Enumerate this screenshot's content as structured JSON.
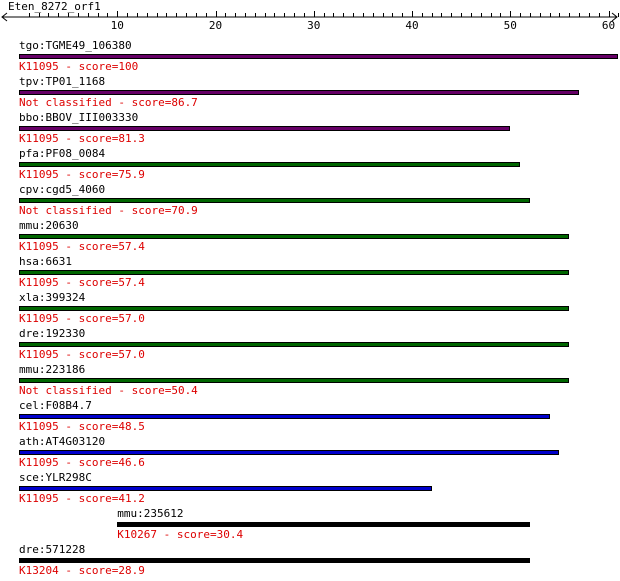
{
  "query": "Eten_8272_orf1",
  "axis": {
    "max": 62,
    "ticks": [
      10,
      20,
      30,
      40,
      50,
      60
    ]
  },
  "hits": [
    {
      "name": "tgo:TGME49_106380",
      "start": 0,
      "end": 61,
      "color": "#660066",
      "score_text": "K11095 - score=100"
    },
    {
      "name": "tpv:TP01_1168",
      "start": 0,
      "end": 57,
      "color": "#660066",
      "score_text": "Not classified - score=86.7"
    },
    {
      "name": "bbo:BBOV_III003330",
      "start": 0,
      "end": 50,
      "color": "#660066",
      "score_text": "K11095 - score=81.3"
    },
    {
      "name": "pfa:PF08_0084",
      "start": 0,
      "end": 51,
      "color": "#006600",
      "score_text": "K11095 - score=75.9"
    },
    {
      "name": "cpv:cgd5_4060",
      "start": 0,
      "end": 52,
      "color": "#006600",
      "score_text": "Not classified - score=70.9"
    },
    {
      "name": "mmu:20630",
      "start": 0,
      "end": 56,
      "color": "#006600",
      "score_text": "K11095 - score=57.4"
    },
    {
      "name": "hsa:6631",
      "start": 0,
      "end": 56,
      "color": "#006600",
      "score_text": "K11095 - score=57.4"
    },
    {
      "name": "xla:399324",
      "start": 0,
      "end": 56,
      "color": "#006600",
      "score_text": "K11095 - score=57.0"
    },
    {
      "name": "dre:192330",
      "start": 0,
      "end": 56,
      "color": "#006600",
      "score_text": "K11095 - score=57.0"
    },
    {
      "name": "mmu:223186",
      "start": 0,
      "end": 56,
      "color": "#006600",
      "score_text": "Not classified - score=50.4"
    },
    {
      "name": "cel:F08B4.7",
      "start": 0,
      "end": 54,
      "color": "#0000cc",
      "score_text": "K11095 - score=48.5"
    },
    {
      "name": "ath:AT4G03120",
      "start": 0,
      "end": 55,
      "color": "#0000cc",
      "score_text": "K11095 - score=46.6"
    },
    {
      "name": "sce:YLR298C",
      "start": 0,
      "end": 42,
      "color": "#0000cc",
      "score_text": "K11095 - score=41.2"
    },
    {
      "name": "mmu:235612",
      "start": 10,
      "end": 52,
      "color": "#000000",
      "score_text": "K10267 - score=30.4"
    },
    {
      "name": "dre:571228",
      "start": 0,
      "end": 52,
      "color": "#000000",
      "score_text": "K13204 - score=28.9"
    }
  ]
}
